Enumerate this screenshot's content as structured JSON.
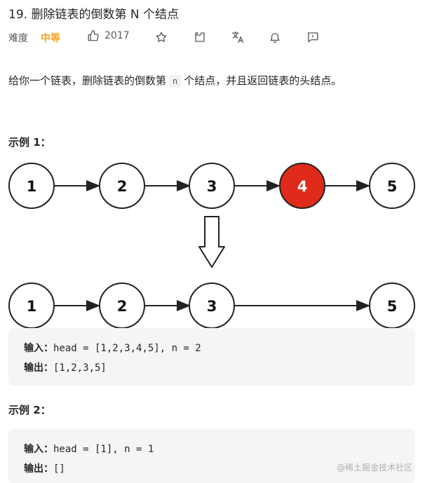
{
  "problem": {
    "title": "19. 删除链表的倒数第 N 个结点",
    "difficulty_label": "难度",
    "difficulty": "中等",
    "likes": "2017"
  },
  "description": {
    "before": "给你一个链表，删除链表的倒数第",
    "code": "n",
    "after": "个结点，并且返回链表的头结点。"
  },
  "example1": {
    "title": "示例 1：",
    "list_before": [
      "1",
      "2",
      "3",
      "4",
      "5"
    ],
    "list_after": [
      "1",
      "2",
      "3",
      "5"
    ],
    "input_label": "输入：",
    "input": "head = [1,2,3,4,5], n = 2",
    "output_label": "输出：",
    "output": "[1,2,3,5]"
  },
  "example2": {
    "title": "示例 2：",
    "input_label": "输入：",
    "input": "head = [1], n = 1",
    "output_label": "输出：",
    "output": "[]"
  },
  "colors": {
    "difficulty": "#ffa116",
    "removed_node": "#e02a1a"
  },
  "watermark": "@稀土掘金技术社区"
}
